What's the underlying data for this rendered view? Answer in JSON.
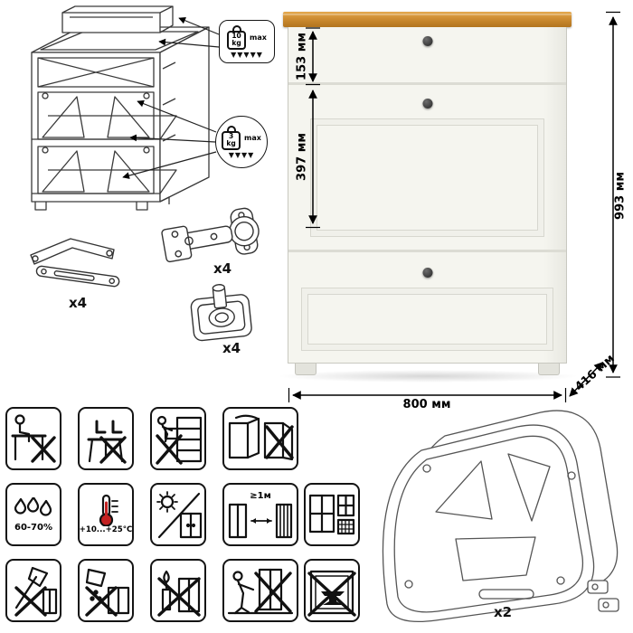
{
  "sheet": {
    "background": "#ffffff"
  },
  "dimensions": {
    "drawer_height": "153 мм",
    "flap_height": "397 мм",
    "total_height": "993 мм",
    "width": "800 мм",
    "depth": "416 мм"
  },
  "weight_limits": {
    "drawer": {
      "value": "10",
      "unit": "kg",
      "max_label": "max"
    },
    "flap": {
      "value": "3",
      "unit": "kg",
      "max_label": "max"
    }
  },
  "hardware": {
    "lift_arm_qty": "x4",
    "hinge_qty": "x4",
    "foot_qty": "x4",
    "side_frame_qty": "x2"
  },
  "care": {
    "humidity": "60-70%",
    "temperature": "+10...+25°C",
    "min_distance": "≥1м"
  },
  "colors": {
    "wood_top": "#cd8c31",
    "cabinet_body": "#f5f5ef",
    "outline": "#111111"
  }
}
